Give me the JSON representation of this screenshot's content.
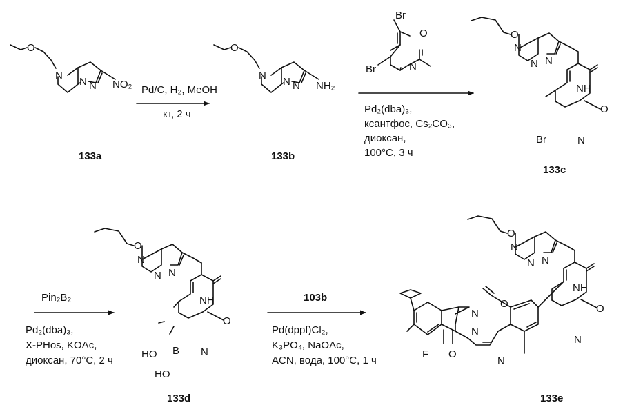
{
  "compounds": {
    "c133a": {
      "id": "133a",
      "atoms": {
        "o": "O",
        "n": "N",
        "n1": "N",
        "n2": "N",
        "nitro": "NO₂"
      }
    },
    "c133b": {
      "id": "133b",
      "atoms": {
        "o": "O",
        "n": "N",
        "n1": "N",
        "n2": "N",
        "amine": "NH₂"
      }
    },
    "c133c": {
      "id": "133c",
      "atoms": {
        "o": "O",
        "n": "N",
        "n1": "N",
        "n2": "N",
        "nh": "NH",
        "o2": "O",
        "npyr": "N",
        "br": "Br"
      }
    },
    "c133d": {
      "id": "133d",
      "atoms": {
        "o": "O",
        "n": "N",
        "n1": "N",
        "n2": "N",
        "nh": "NH",
        "o2": "O",
        "npyr": "N",
        "b": "B",
        "ho1": "HO",
        "ho2": "HO"
      }
    },
    "c133e": {
      "id": "133e",
      "atoms": {
        "o": "O",
        "n": "N",
        "n1": "N",
        "n2": "N",
        "nh": "NH",
        "o2": "O",
        "npyr": "N",
        "o_ald": "O",
        "nn1": "N",
        "nn2": "N",
        "o_keto": "O",
        "f": "F",
        "npy": "N"
      }
    }
  },
  "reagent": {
    "atoms": {
      "br1": "Br",
      "br2": "Br",
      "o": "O",
      "n": "N"
    }
  },
  "arrows": {
    "a1": {
      "top": "Pd/C, H₂, MeOH",
      "bottom": "кт, 2 ч"
    },
    "a2": {
      "lines": [
        "Pd₂(dba)₃,",
        "ксантфос, Cs₂CO₃,",
        "диоксан,",
        "100°C, 3 ч"
      ]
    },
    "a3": {
      "top": "Pin₂B₂",
      "lines": [
        "Pd₂(dba)₃,",
        "X-PHos, KOAc,",
        "диоксан, 70°C, 2 ч"
      ]
    },
    "a4": {
      "top": "103b",
      "lines": [
        "Pd(dppf)Cl₂,",
        "K₃PO₄, NaOAc,",
        "ACN, вода, 100°C, 1 ч"
      ]
    }
  },
  "colors": {
    "ink": "#111111",
    "background": "#ffffff"
  }
}
